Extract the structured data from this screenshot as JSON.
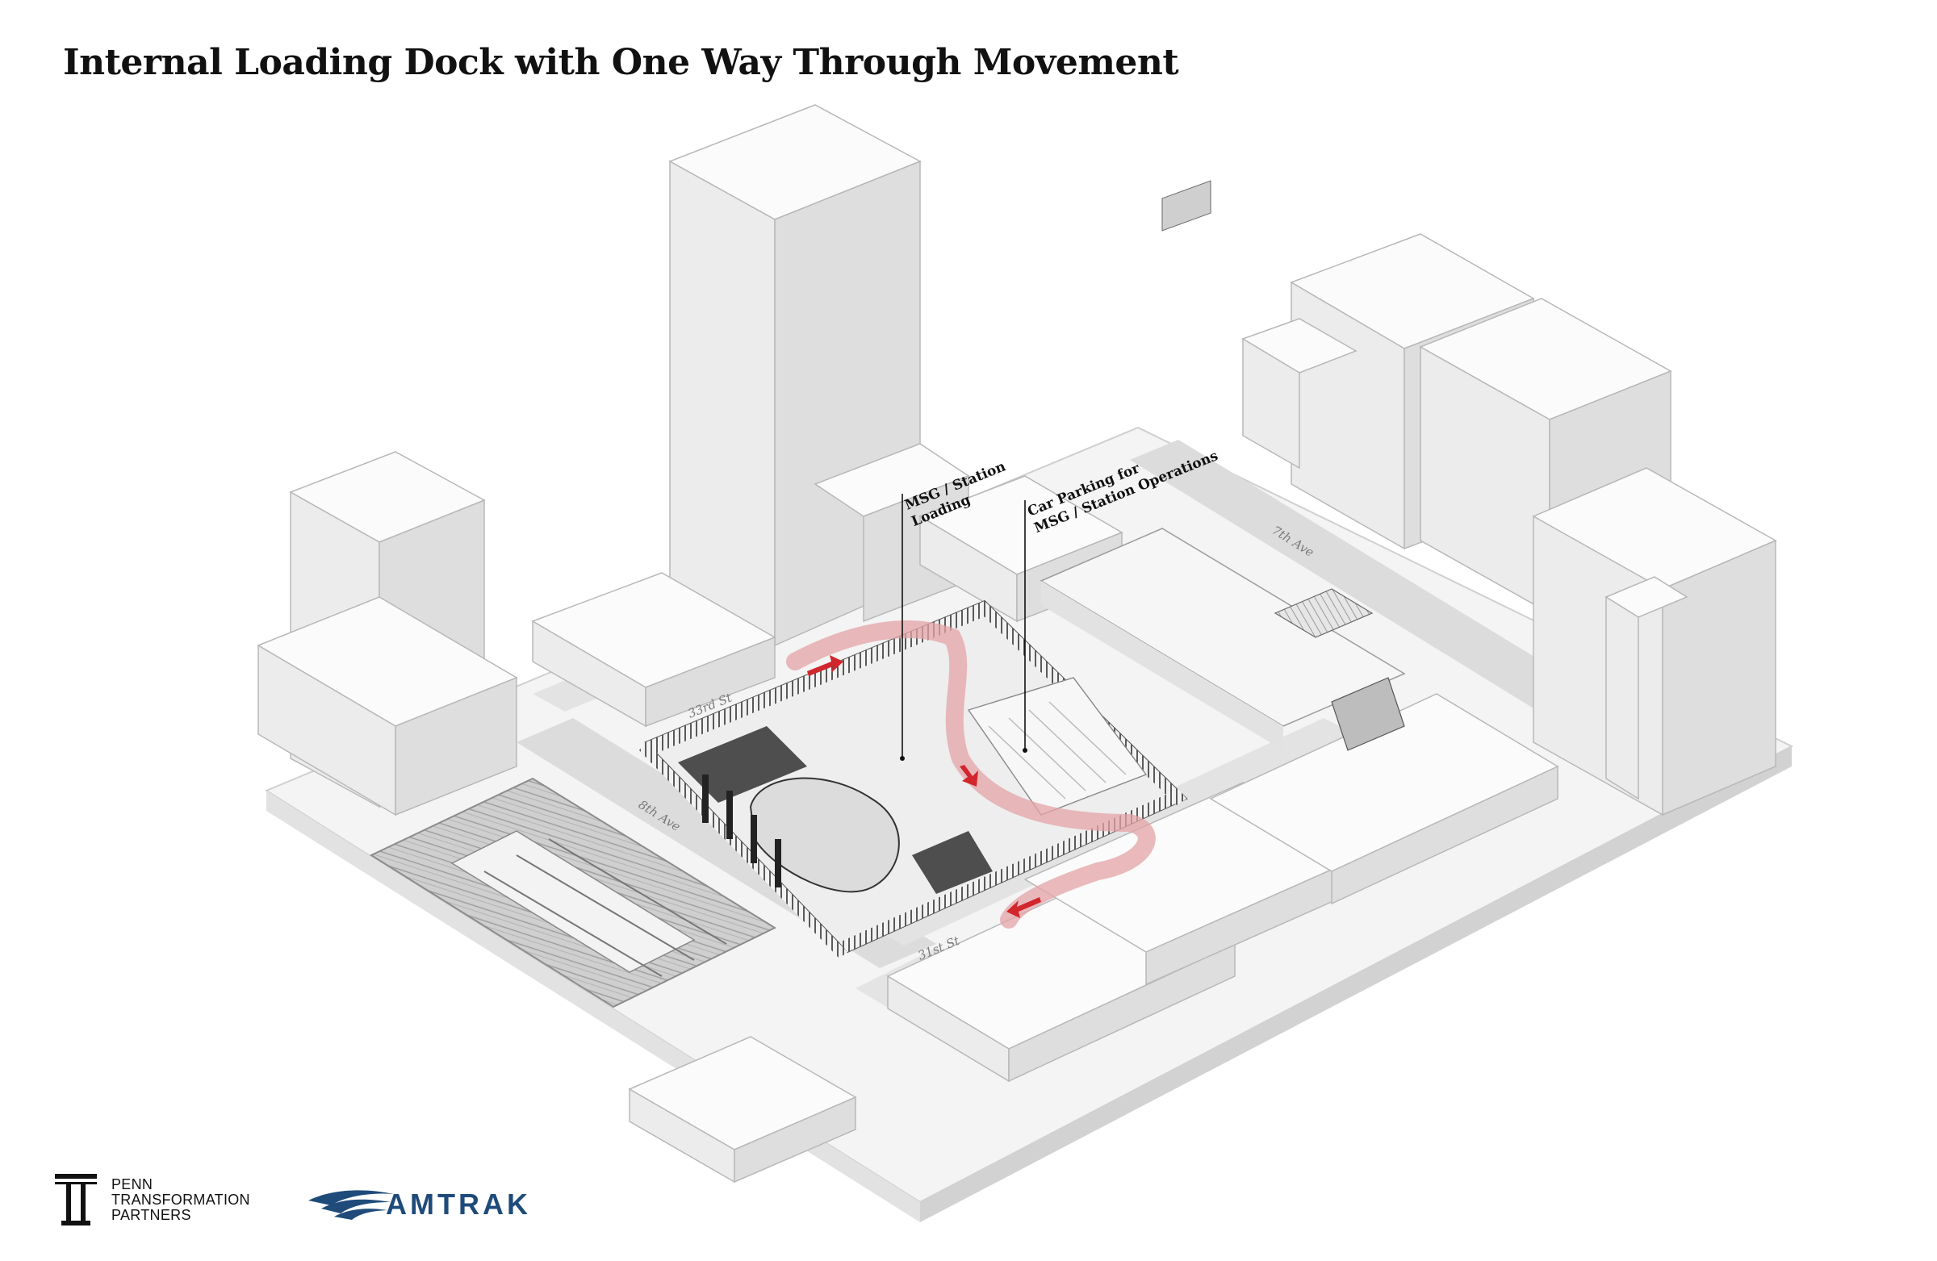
{
  "title": "Internal Loading Dock with One Way Through Movement",
  "labels": {
    "msg_station_loading": [
      "MSG / Station",
      "Loading"
    ],
    "car_parking": [
      "Car Parking for",
      "MSG / Station Operations"
    ]
  },
  "streets": {
    "st33": "33rd St",
    "st31": "31st St",
    "ave8": "8th Ave",
    "ave7": "7th Ave"
  },
  "logos": {
    "penn": [
      "PENN",
      "TRANSFORMATION",
      "PARTNERS"
    ],
    "amtrak": "AMTRAK"
  },
  "colors": {
    "background": "#ffffff",
    "ground": "#d9d9d9",
    "building_top": "#fbfbfb",
    "building_left": "#ececec",
    "building_right": "#dedede",
    "route": "#e4a3a7",
    "arrow": "#d0262c",
    "amtrak_blue": "#1f4b7a"
  }
}
